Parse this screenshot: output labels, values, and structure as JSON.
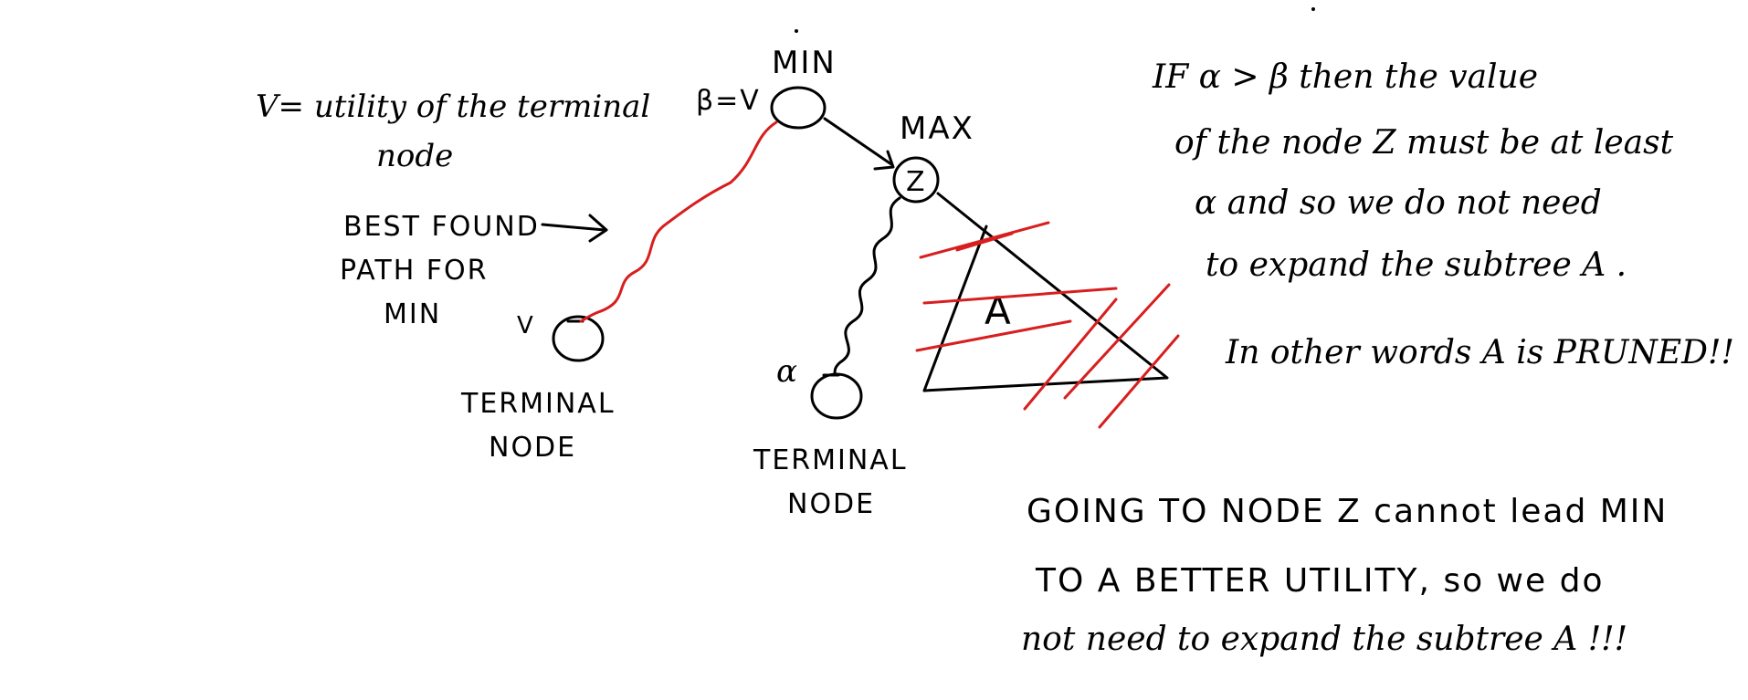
{
  "diagram": {
    "labels": {
      "min": "MIN",
      "max": "MAX",
      "beta_eq_v": "β=V",
      "z_node": "Z",
      "v_node": "V",
      "alpha_node": "α",
      "subtree": "A",
      "terminal_node_left_1": "TERMINAL",
      "terminal_node_left_2": "NODE",
      "terminal_node_mid_1": "TERMINAL",
      "terminal_node_mid_2": "NODE"
    },
    "notes": {
      "utility_1": "V= utility of the terminal",
      "utility_2": "node",
      "best_path_1": "BEST FOUND",
      "best_path_2": "PATH FOR",
      "best_path_3": "MIN",
      "cond_1": "IF  α > β  then the value",
      "cond_2": "of the node Z must be at least",
      "cond_3": "α  and so we do not need",
      "cond_4": "to expand the subtree A .",
      "cond_5": "In other words A is PRUNED!!",
      "going_1": "GOING TO NODE Z cannot lead MIN",
      "going_2": "TO A BETTER UTILITY, so we do",
      "going_3": "not need to expand the subtree A !!!"
    }
  }
}
